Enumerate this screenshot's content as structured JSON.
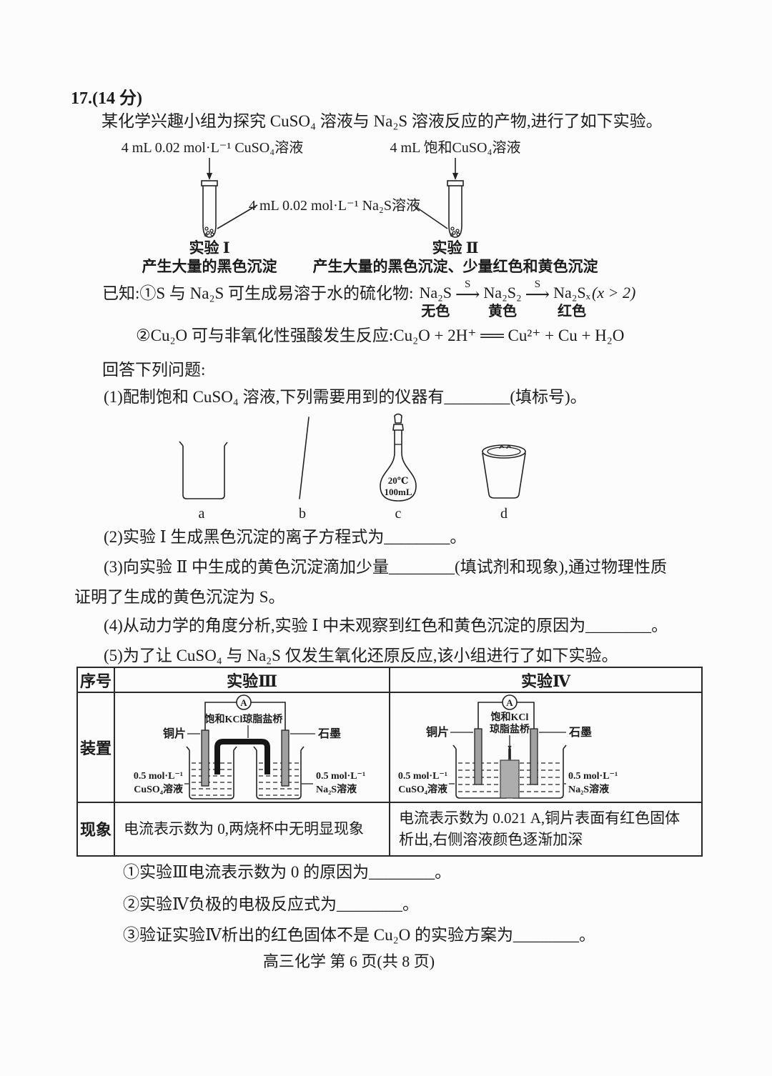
{
  "page": {
    "question_number": "17.(14 分)",
    "intro": "某化学兴趣小组为探究 CuSO₄ 溶液与 Na₂S 溶液反应的产物,进行了如下实验。",
    "footer": "高三化学  第 6 页(共 8 页)"
  },
  "tube": {
    "left_reagent": "4 mL 0.02 mol·L⁻¹ CuSO₄溶液",
    "right_reagent": "4 mL 饱和CuSO₄溶液",
    "mid_reagent": "4 mL 0.02 mol·L⁻¹ Na₂S溶液",
    "cap1": "实验 Ⅰ",
    "cap2": "实验 Ⅱ",
    "res1": "产生大量的黑色沉淀",
    "res2": "产生大量的黑色沉淀、少量红色和黄色沉淀"
  },
  "known": {
    "prefix": "已知:①S 与 Na₂S 可生成易溶于水的硫化物:",
    "f1": "Na₂S",
    "c1": "无色",
    "s1": "S",
    "f2": "Na₂S₂",
    "c2": "黄色",
    "s2": "S",
    "f3": "Na₂Sₓ",
    "c3": "红色",
    "suffix": "(x > 2)",
    "line2": "②Cu₂O 可与非氧化性强酸发生反应:Cu₂O + 2H⁺ ══ Cu²⁺ + Cu + H₂O"
  },
  "prompt": "回答下列问题:",
  "questions": {
    "q1": "(1)配制饱和 CuSO₄ 溶液,下列需要用到的仪器有________(填标号)。",
    "q2": "(2)实验 Ⅰ 生成黑色沉淀的离子方程式为________。",
    "q3a": "(3)向实验 Ⅱ 中生成的黄色沉淀滴加少量________(填试剂和现象),通过物理性质",
    "q3b": "证明了生成的黄色沉淀为 S。",
    "q4": "(4)从动力学的角度分析,实验 Ⅰ 中未观察到红色和黄色沉淀的原因为________。",
    "q5": "(5)为了让 CuSO₄ 与 Na₂S 仅发生氧化还原反应,该小组进行了如下实验。"
  },
  "equipment": {
    "flask_line1": "20℃",
    "flask_line2": "100mL",
    "label_a": "a",
    "label_b": "b",
    "label_c": "c",
    "label_d": "d"
  },
  "table": {
    "col0_header": "序号",
    "col1_header": "实验Ⅲ",
    "col2_header": "实验Ⅳ",
    "row_device": "装置",
    "row_phenomenon": "现象",
    "phen_left": "电流表示数为 0,两烧杯中无明显现象",
    "phen_right": "电流表示数为 0.021 A,铜片表面有红色固体析出,右侧溶液颜色逐渐加深"
  },
  "cell3": {
    "ammeter": "A",
    "bridge": "饱和KCl琼脂盐桥",
    "cu": "铜片",
    "graphite": "石墨",
    "lsol1": "0.5 mol·L⁻¹",
    "lsol2": "CuSO₄溶液",
    "rsol1": "0.5 mol·L⁻¹",
    "rsol2": "Na₂S溶液"
  },
  "cell4": {
    "ammeter": "A",
    "bridge1": "饱和KCl",
    "bridge2": "琼脂盐桥",
    "cu": "铜片",
    "graphite": "石墨",
    "lsol1": "0.5 mol·L⁻¹",
    "lsol2": "CuSO₄溶液",
    "rsol1": "0.5 mol·L⁻¹",
    "rsol2": "Na₂S溶液"
  },
  "subquestions": {
    "s1": "①实验Ⅲ电流表示数为 0 的原因为________。",
    "s2": "②实验Ⅳ负极的电极反应式为________。",
    "s3": "③验证实验Ⅳ析出的红色固体不是 Cu₂O 的实验方案为________。"
  }
}
